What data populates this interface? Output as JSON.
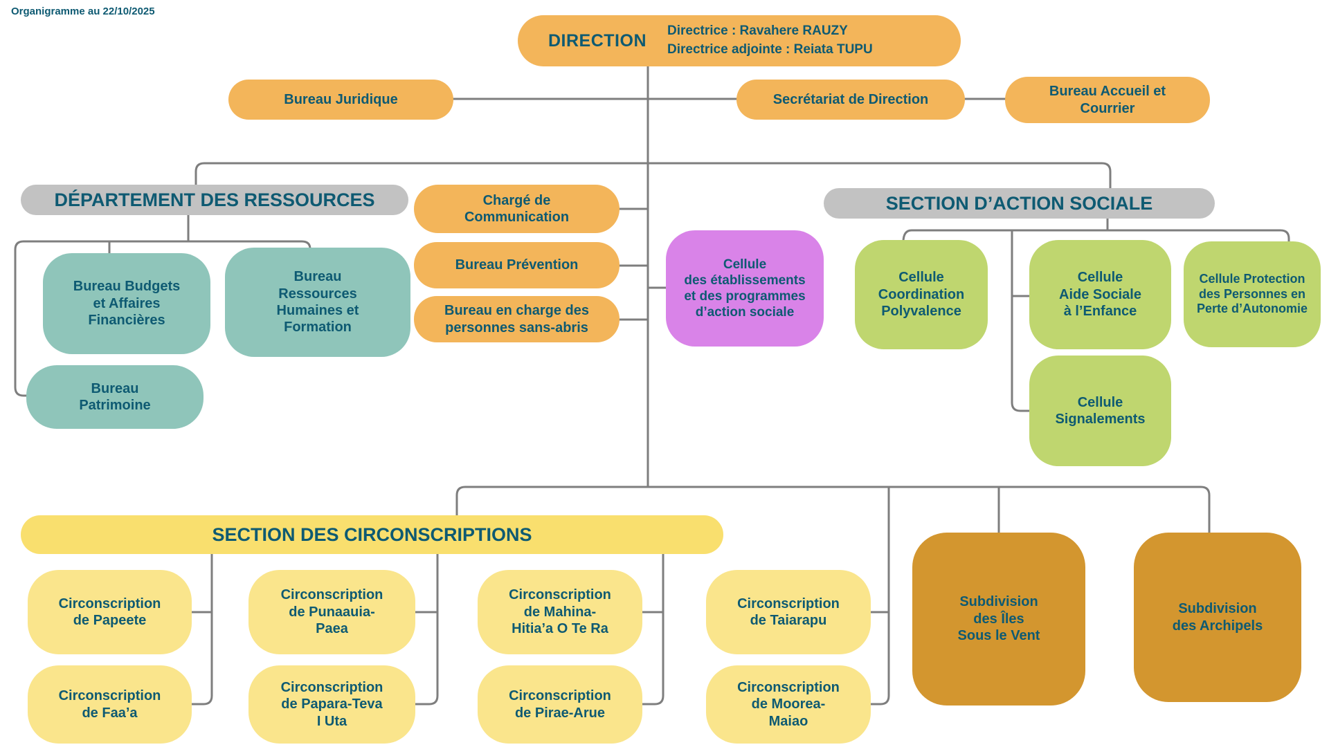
{
  "title": "Organigramme au 22/10/2025",
  "direction": {
    "title": "DIRECTION",
    "line1": "Directrice : Ravahere RAUZY",
    "line2": "Directrice adjointe : Reiata TUPU"
  },
  "top_row": {
    "juridique": "Bureau Juridique",
    "secretariat": "Secrétariat de Direction",
    "accueil": "Bureau Accueil et\nCourrier"
  },
  "departement_ressources": {
    "header": "DÉPARTEMENT DES RESSOURCES",
    "budgets": "Bureau Budgets\net Affaires\nFinancières",
    "rh": "Bureau\nRessources\nHumaines et\nFormation",
    "patrimoine": "Bureau\nPatrimoine"
  },
  "cellules_direction": {
    "communication": "Chargé de\nCommunication",
    "prevention": "Bureau Prévention",
    "sans_abris": "Bureau en charge des\npersonnes sans-abris",
    "etablissements": "Cellule\ndes établissements\net des programmes\nd’action sociale"
  },
  "section_action_sociale": {
    "header": "SECTION D’ACTION SOCIALE",
    "coordination": "Cellule\nCoordination\nPolyvalence",
    "aide_sociale": "Cellule\nAide Sociale\nà l’Enfance",
    "protection": "Cellule Protection\ndes Personnes en\nPerte d’Autonomie",
    "signalements": "Cellule\nSignalements"
  },
  "section_circonscriptions": {
    "header": "SECTION DES CIRCONSCRIPTIONS",
    "papeete": "Circonscription\nde Papeete",
    "faaa": "Circonscription\nde Faa’a",
    "punaauia": "Circonscription\nde Punaauia-\nPaea",
    "papara": "Circonscription\nde Papara-Teva\nI Uta",
    "mahina": "Circonscription\nde Mahina-\nHitia’a O Te Ra",
    "pirae": "Circonscription\nde Pirae-Arue",
    "taiarapu": "Circonscription\nde Taiarapu",
    "moorea": "Circonscription\nde Moorea-\nMaiao"
  },
  "subdivisions": {
    "iles_sous_le_vent": "Subdivision\ndes Îles\nSous le Vent",
    "archipels": "Subdivision\ndes Archipels"
  },
  "colors": {
    "box_orange": "#F3B55A",
    "header_gray": "#C2C2C2",
    "box_teal": "#8FC5BA",
    "box_purple": "#D983E8",
    "box_green": "#BFD66F",
    "header_yellow": "#F9DF6E",
    "box_yellow": "#FAE58C",
    "box_ochre": "#D3962F",
    "text_teal": "#0E5A72",
    "connector_gray": "#7E7E7E"
  }
}
